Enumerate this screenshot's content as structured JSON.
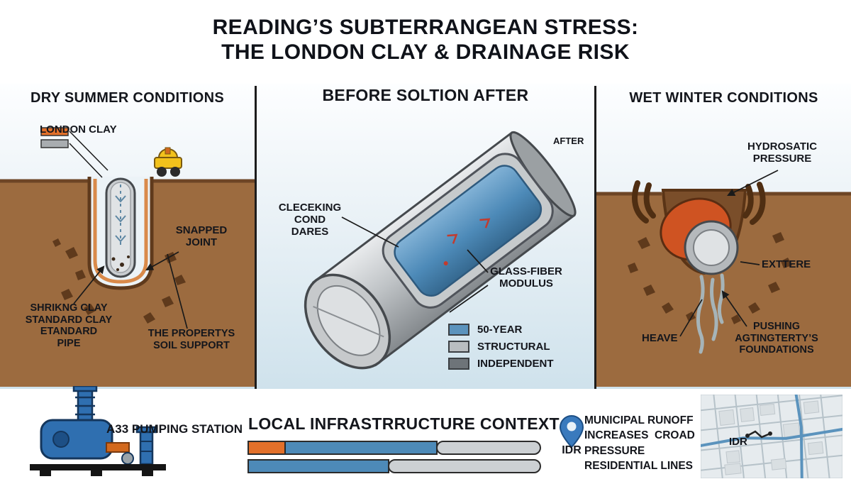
{
  "title": {
    "line1": "READING’S SUBTERRANGEAN STRESS:",
    "line2": "THE LONDON CLAY & DRAINAGE RISK"
  },
  "panels": {
    "dry": {
      "heading": "DRY SUMMER CONDITIONS",
      "london_clay_label": "LONDON CLAY",
      "snapped_joint_label": "SNAPPED\nJOINT",
      "shrinking_clay_label": "SHRIKNG CLAY\nSTANDARD CLAY\nETANDARD\nPIPE",
      "soil_support_label": "THE PROPERTYS\nSOIL SUPPORT"
    },
    "solution": {
      "heading": "BEFORE SOLTION AFTER",
      "after_label": "AFTER",
      "cracking_label": "CLECEKING\nCOND DARES",
      "glass_fiber_label": "GLASS-FIBER\nMODULUS",
      "legend": [
        {
          "swatch": "#5b93bd",
          "label": "50-YEAR"
        },
        {
          "swatch": "#b9bdc0",
          "label": "STRUCTURAL"
        },
        {
          "swatch": "#6e7479",
          "label": "INDEPENDENT"
        }
      ]
    },
    "wet": {
      "heading": "WET WINTER CONDITIONS",
      "hydrostatic_label": "HYDROSATIC\nPRESSURE",
      "exttere_label": "EXTTERE",
      "heave_label": "HEAVE",
      "pushing_label": "PUSHING\nAGTINGTERTY’S\nFOUNDATIONS"
    }
  },
  "footer": {
    "pumping_station_label": "A33 PUMPING STATION",
    "infrastructure_heading": "LOCAL INFRASTRRUCTURE CONTEXT",
    "municipal_label": "MUNICIPAL RUNOFF\nINCREASES  CROAD\nPRESSURE\nRESIDENTIAL LINES",
    "pin_label": "IDR",
    "map_label": "IDR"
  },
  "colors": {
    "clay_orange": "#e2702a",
    "liner_blue": "#4d8ab8",
    "ground_brown": "#9c6b3f",
    "trench_dark_brown": "#5f3a1c",
    "pipe_gray": "#c9cdd0",
    "text_dark": "#14161c"
  }
}
